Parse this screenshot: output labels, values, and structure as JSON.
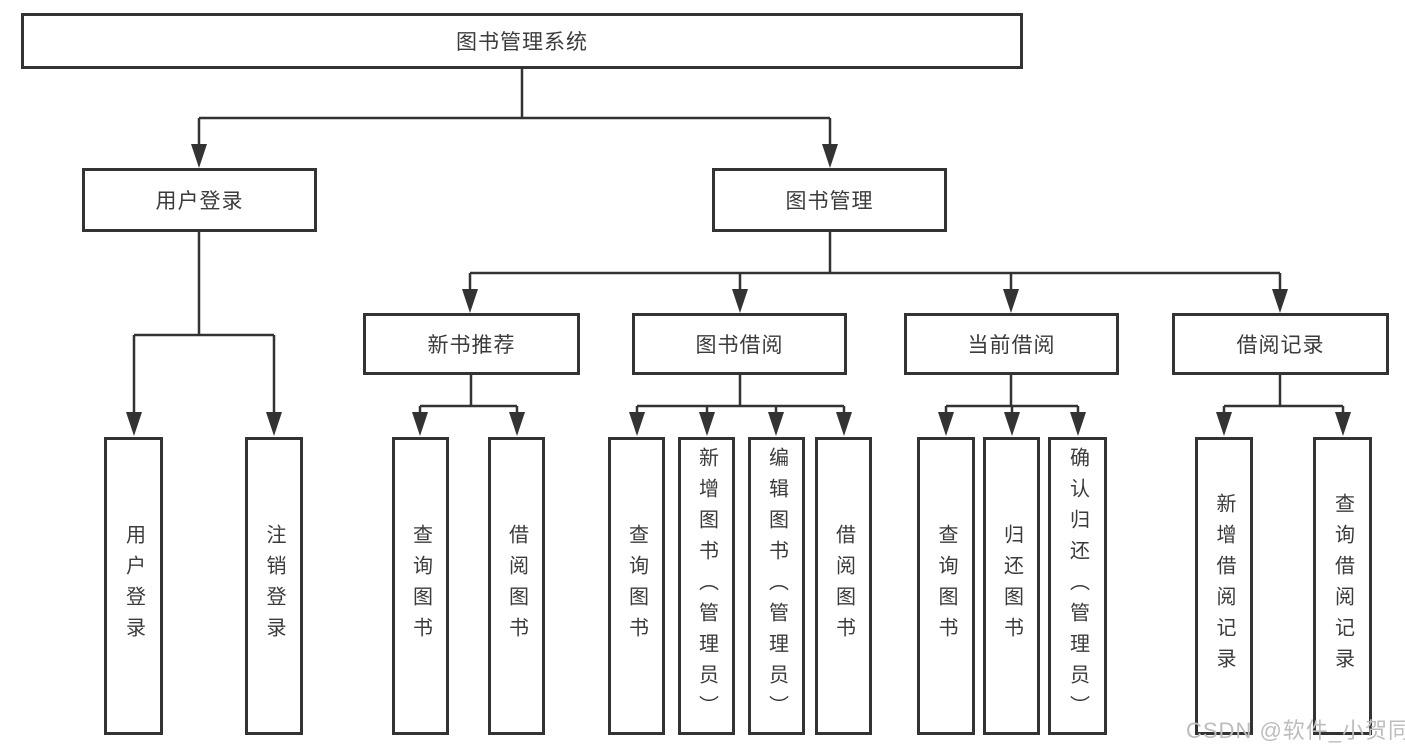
{
  "diagram": {
    "root": {
      "label": "图书管理系统"
    },
    "level2": [
      {
        "label": "用户登录"
      },
      {
        "label": "图书管理"
      }
    ],
    "level3": [
      {
        "label": "新书推荐"
      },
      {
        "label": "图书借阅"
      },
      {
        "label": "当前借阅"
      },
      {
        "label": "借阅记录"
      }
    ],
    "level4": [
      {
        "label": "用户登录"
      },
      {
        "label": "注销登录"
      },
      {
        "label": "查询图书"
      },
      {
        "label": "借阅图书"
      },
      {
        "label": "查询图书"
      },
      {
        "label": "新增图书（管理员）"
      },
      {
        "label": "编辑图书（管理员）"
      },
      {
        "label": "借阅图书"
      },
      {
        "label": "查询图书"
      },
      {
        "label": "归还图书"
      },
      {
        "label": "确认归还（管理员）"
      },
      {
        "label": "新增借阅记录"
      },
      {
        "label": "查询借阅记录"
      }
    ],
    "watermark": "CSDN @软件_小贺同学",
    "colors": {
      "line": "#333333",
      "box_border": "#333333",
      "box_background": "#ffffff",
      "text": "#3b3b3b",
      "watermark": "#bdbdbd"
    }
  }
}
